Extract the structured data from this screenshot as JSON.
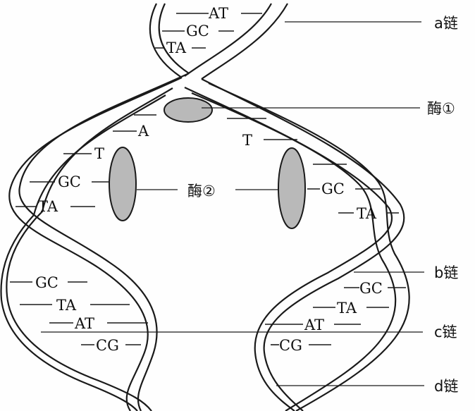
{
  "labels": {
    "a_chain": "a链",
    "enzyme_1": "酶①",
    "enzyme_2": "酶②",
    "b_chain": "b链",
    "c_chain": "c链",
    "d_chain": "d链"
  },
  "base_pairs": {
    "top": [
      "AT",
      "GC",
      "TA"
    ],
    "fork_left": [
      "A",
      "T",
      "GC",
      "TA"
    ],
    "fork_right": [
      "T",
      "GC",
      "TA"
    ],
    "bottom_left": [
      "GC",
      "TA",
      "AT",
      "CG"
    ],
    "bottom_right": [
      "GC",
      "TA",
      "AT",
      "CG"
    ]
  }
}
